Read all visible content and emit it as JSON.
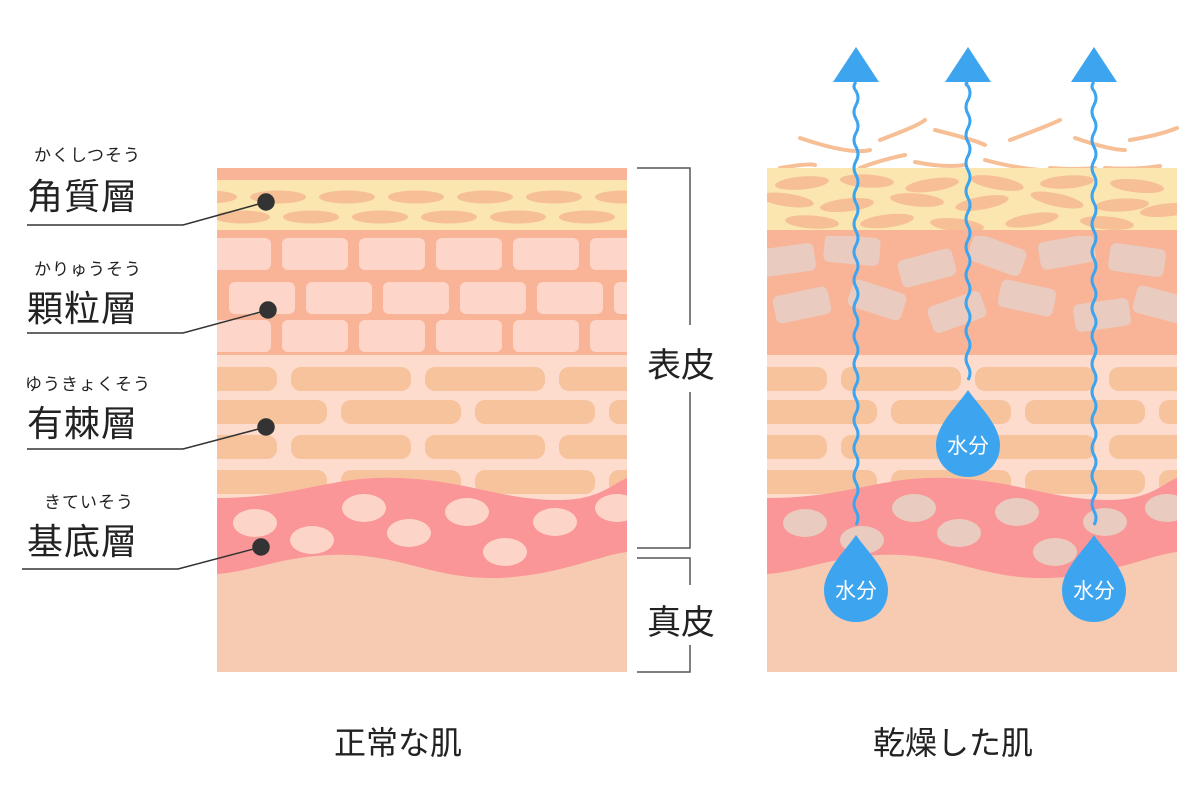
{
  "title": "Normal skin vs. dry skin cross-section",
  "layers": [
    {
      "id": "stratum-corneum",
      "reading": "かくしつそう",
      "name": "角質層"
    },
    {
      "id": "stratum-granulosum",
      "reading": "かりゅうそう",
      "name": "顆粒層"
    },
    {
      "id": "stratum-spinosum",
      "reading": "ゆうきょくそう",
      "name": "有棘層"
    },
    {
      "id": "stratum-basale",
      "reading": "きていそう",
      "name": "基底層"
    }
  ],
  "brackets": {
    "epidermis": "表皮",
    "dermis": "真皮"
  },
  "panels": {
    "normal": {
      "caption": "正常な肌"
    },
    "dry": {
      "caption": "乾燥した肌",
      "moisture_label": "水分",
      "moisture_drops": 3,
      "evaporation_arrows": 3
    }
  },
  "colors": {
    "corneum_bg": "#fbe6b0",
    "corneum_cell": "#f6bf96",
    "granular_bg": "#f9b497",
    "granular_cell": "#fdd6c9",
    "spinous_bg": "#fddccd",
    "spinous_cell": "#f6c39d",
    "basal_bg": "#fa9697",
    "basal_cell": "#fdd5c8",
    "dermis": "#f7cbb2",
    "water": "#3da5f0",
    "text": "#222222"
  }
}
